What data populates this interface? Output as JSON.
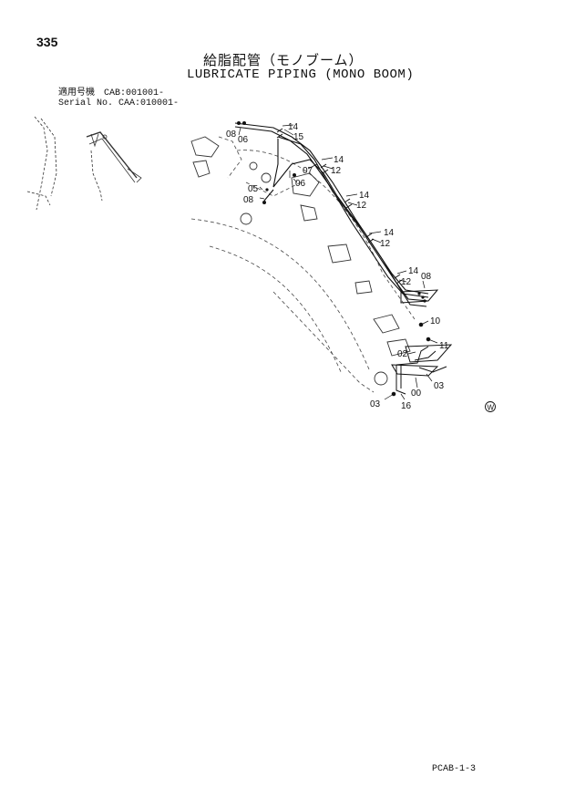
{
  "page": {
    "number": "335",
    "title_jp": "給脂配管（モノブーム）",
    "title_en": "LUBRICATE PIPING (MONO BOOM)",
    "serial_line1": "適用号機　CAB:001001-",
    "serial_line2": "Serial No. CAA:010001-",
    "footer_code": "PCAB-1-3"
  },
  "callouts": {
    "c08a": "08",
    "c06": "06",
    "c14a": "14",
    "c15": "15",
    "c07": "07",
    "c14b": "14",
    "c12a": "12",
    "c06b": "06",
    "c05": "05",
    "c08b": "08",
    "c14c": "14",
    "c12b": "12",
    "c14d": "14",
    "c12c": "12",
    "c14e": "14",
    "c12d": "12",
    "c08c": "08",
    "c10": "10",
    "c11": "11",
    "c02": "02",
    "c00": "00",
    "c03a": "03",
    "c03b": "03",
    "c16": "16"
  },
  "mark": {
    "w": "W"
  }
}
